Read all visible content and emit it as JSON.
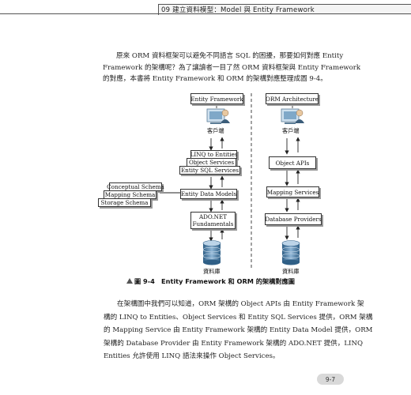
{
  "header": {
    "chapter_title": "09  建立資料模型：Model 與 Entity Framework"
  },
  "intro_paragraph": [
    "原來 ORM 資料框架可以避免不同語言 SQL 的困擾，那要如何對應 Entity",
    "Framework 的架構呢？為了讓讀者一目了然 ORM 資料框架與 Entity Framework",
    "的對應，本書將 Entity Framework 和 ORM 的架構對應整理成圖 9-4。"
  ],
  "diagram": {
    "left": {
      "title": "Entity Framework",
      "client_label": "客戶端",
      "stack": [
        "LINQ to Entities",
        "Object Services",
        "Entity SQL Services"
      ],
      "schemas": [
        "Conceptual Schema",
        "Mapping Schema",
        "Storage Schema"
      ],
      "entity_data_models": "Entity Data Models",
      "ado_line1": "ADO.NET",
      "ado_line2": "Fundamentals",
      "db_label": "資料庫"
    },
    "right": {
      "title": "ORM Architecture",
      "client_label": "客戶端",
      "object_apis": "Object APIs",
      "mapping_services": "Mapping Services",
      "database_providers": "Database Providers",
      "db_label": "資料庫"
    }
  },
  "figure_caption": "圖 9-4　Entity Framework 和 ORM 的架構對應圖",
  "body_paragraph": [
    "在架構圖中我們可以知道，ORM 架構的 Object APIs 由 Entity Framework 架",
    "構的 LINQ to Entities、Object Services 和 Entity SQL Services 提供，ORM 架構",
    "的 Mapping Service 由 Entity Framework 架構的 Entity Data Model 提供，ORM",
    "架構的 Database Provider 由 Entity Framework 架構的 ADO.NET 提供，LINQ",
    "Entities 允許使用 LINQ 語法來操作 Object Services。"
  ],
  "page_number": "9-7"
}
